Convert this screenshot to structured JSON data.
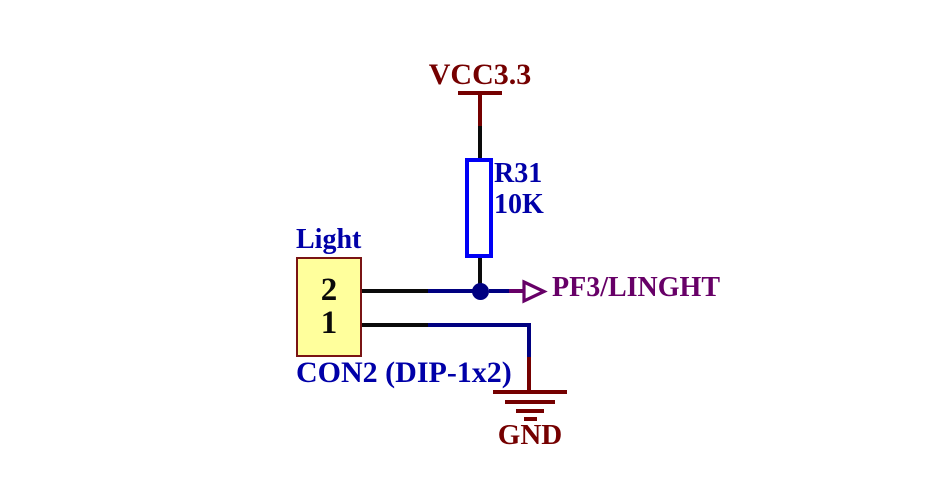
{
  "schematic": {
    "power_rail": {
      "label": "VCC3.3"
    },
    "resistor": {
      "designator": "R31",
      "value": "10K"
    },
    "connector": {
      "ref_label": "Light",
      "footprint_label": "CON2 (DIP-1x2)",
      "pins": [
        {
          "number": "2"
        },
        {
          "number": "1"
        }
      ]
    },
    "port": {
      "label": "PF3/LINGHT"
    },
    "ground": {
      "label": "GND"
    },
    "colors": {
      "power_maroon": "#750000",
      "label_navy": "#0000A8",
      "resistor_blue": "#0000F5",
      "wire_navy": "#000080",
      "wire_black": "#0A0A0A",
      "port_purple": "#670067",
      "connector_fill": "#FFFF9C",
      "connector_border": "#7A1414"
    }
  }
}
